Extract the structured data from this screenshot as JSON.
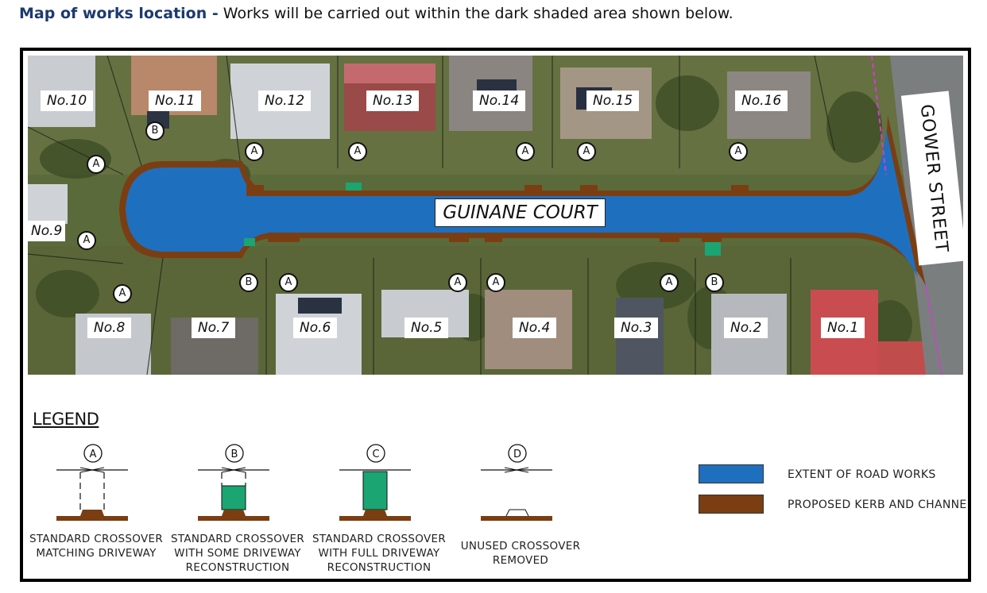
{
  "heading": {
    "bold": "Map of works location -",
    "text": "Works will be carried out within the dark shaded area shown below."
  },
  "map": {
    "street_main": "GUINANE COURT",
    "street_side": "GOWER STREET",
    "lots": {
      "n10": "No.10",
      "n11": "No.11",
      "n12": "No.12",
      "n13": "No.13",
      "n14": "No.14",
      "n15": "No.15",
      "n16": "No.16",
      "n9": "No.9",
      "n8": "No.8",
      "n7": "No.7",
      "n6": "No.6",
      "n5": "No.5",
      "n4": "No.4",
      "n3": "No.3",
      "n2": "No.2",
      "n1": "No.1"
    },
    "markers": [
      "A",
      "B",
      "A",
      "A",
      "A",
      "A",
      "A",
      "A",
      "B",
      "A",
      "A",
      "A",
      "A",
      "B",
      "A"
    ],
    "colors": {
      "road": "#1f6fbf",
      "kerb": "#7a3e12",
      "driveway": "#1aa572",
      "unused": "#d63ad3"
    }
  },
  "legend": {
    "title": "LEGEND",
    "items": [
      {
        "letter": "A",
        "caption": "STANDARD CROSSOVER\nMATCHING DRIVEWAY"
      },
      {
        "letter": "B",
        "caption": "STANDARD CROSSOVER\nWITH SOME DRIVEWAY\nRECONSTRUCTION"
      },
      {
        "letter": "C",
        "caption": "STANDARD CROSSOVER\nWITH FULL DRIVEWAY\nRECONSTRUCTION"
      },
      {
        "letter": "D",
        "caption": "UNUSED CROSSOVER\nREMOVED"
      }
    ],
    "swatches": [
      {
        "label": "EXTENT OF ROAD WORKS",
        "color": "#1f6fbf"
      },
      {
        "label": "PROPOSED KERB AND CHANNEL",
        "color": "#7a3e12"
      }
    ]
  }
}
